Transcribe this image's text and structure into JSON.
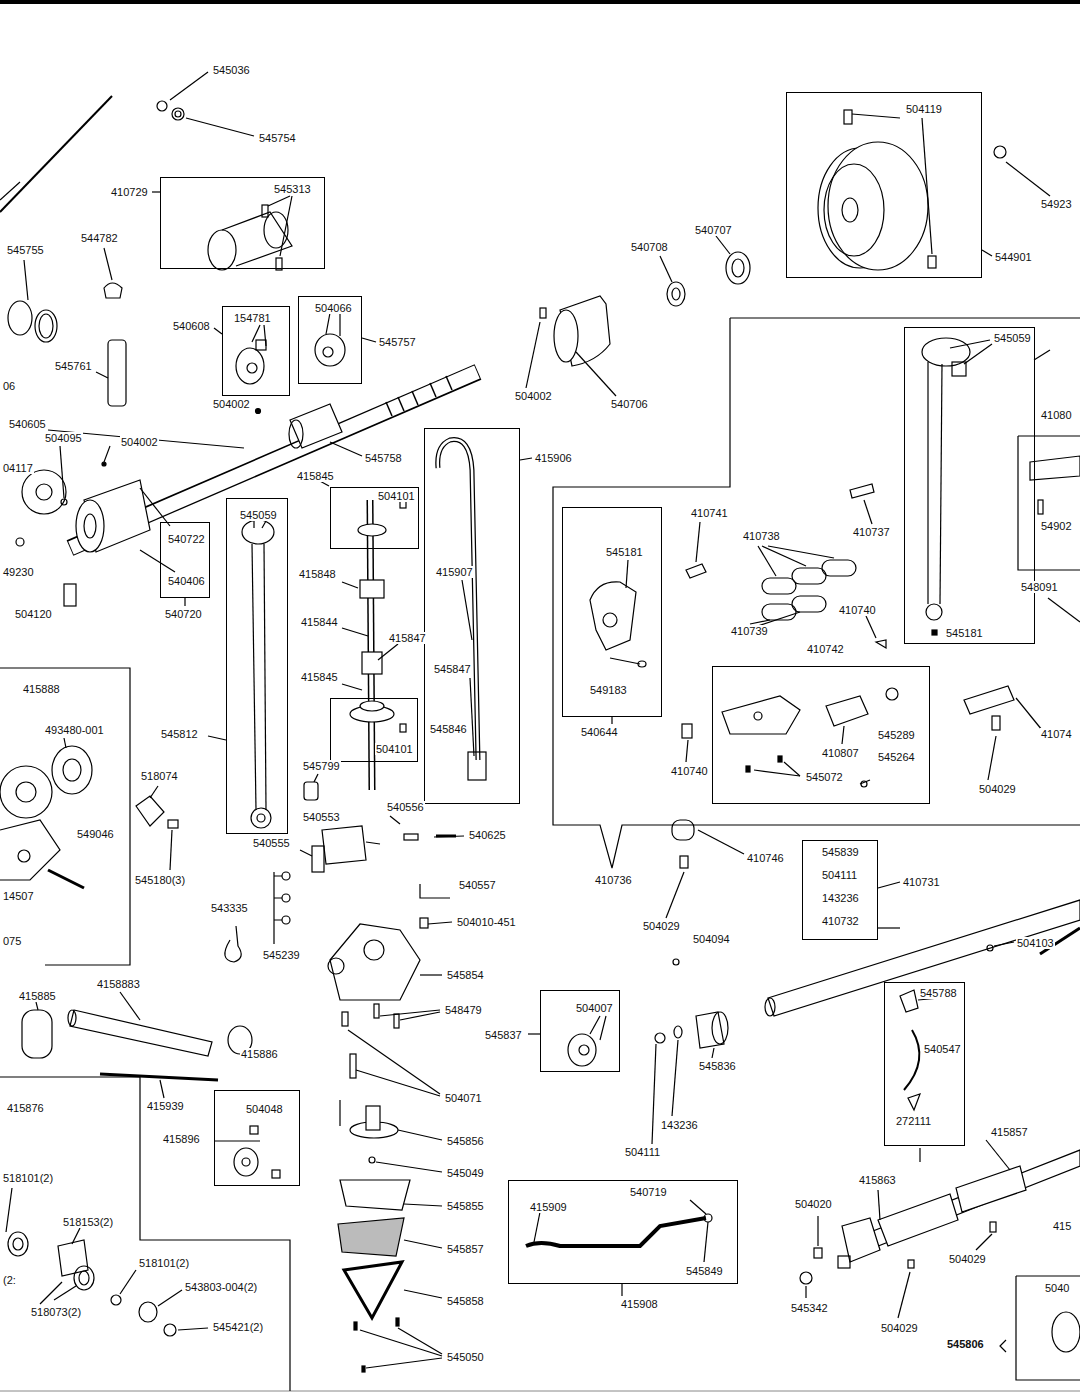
{
  "diagram": {
    "nodes": [
      {
        "text": [
          "545313"
        ]
      },
      {
        "text": [
          "154781"
        ]
      },
      {
        "text": [
          "504066"
        ]
      },
      {
        "text": [
          "504119"
        ]
      },
      {
        "text": [
          "540722",
          "540406"
        ]
      },
      {
        "text": [
          "504101"
        ]
      },
      {
        "text": [
          "545059"
        ]
      },
      {
        "text": [
          "504101"
        ]
      },
      {
        "text": [
          "415907",
          "545847",
          "545846"
        ]
      },
      {
        "text": [
          "545181",
          "549183"
        ]
      },
      {
        "text": [
          "545059",
          "545181"
        ]
      },
      {
        "text": [
          "410807",
          "545289",
          "545264",
          "545072"
        ]
      },
      {
        "text": [
          "545839",
          "504111",
          "143236",
          "410732"
        ]
      },
      {
        "text": [
          "545788",
          "540547",
          "272111"
        ]
      },
      {
        "text": [
          "504007"
        ]
      },
      {
        "text": [
          "504048"
        ]
      },
      {
        "text": [
          "415909",
          "540719",
          "545849"
        ]
      }
    ],
    "labels": [
      "545036",
      "545754",
      "410729",
      "545755",
      "544782",
      "540608",
      "545757",
      "545761",
      "504002",
      "06",
      "540605",
      "504095",
      "504002",
      "04117",
      "49230",
      "504120",
      "540720",
      "545758",
      "415845",
      "415848",
      "415844",
      "415847",
      "415845",
      "415906",
      "545812",
      "545799",
      "540553",
      "540556",
      "540625",
      "540555",
      "540557",
      "543335",
      "545239",
      "504010-451",
      "545854",
      "548479",
      "504071",
      "545856",
      "545049",
      "545855",
      "545857",
      "545858",
      "545050",
      "415888",
      "493480-001",
      "518074",
      "549046",
      "545180(3)",
      "14507",
      "075",
      "415885",
      "4158883",
      "415886",
      "415939",
      "415876",
      "415896",
      "518101(2)",
      "518153(2)",
      "(2:",
      "518101(2)",
      "543803-004(2)",
      "518073(2)",
      "545421(2)",
      "540707",
      "540708",
      "504002",
      "540706",
      "54923",
      "544901",
      "410741",
      "410738",
      "410737",
      "410739",
      "410740",
      "410742",
      "410740",
      "540644",
      "410736",
      "410746",
      "504029",
      "504094",
      "545837",
      "545836",
      "143236",
      "504111",
      "415908",
      "41080",
      "54902",
      "548091",
      "41074",
      "504029",
      "410731",
      "504103",
      "415857",
      "415863",
      "504020",
      "545342",
      "504029",
      "504029",
      "545806",
      "415",
      "5040"
    ]
  }
}
